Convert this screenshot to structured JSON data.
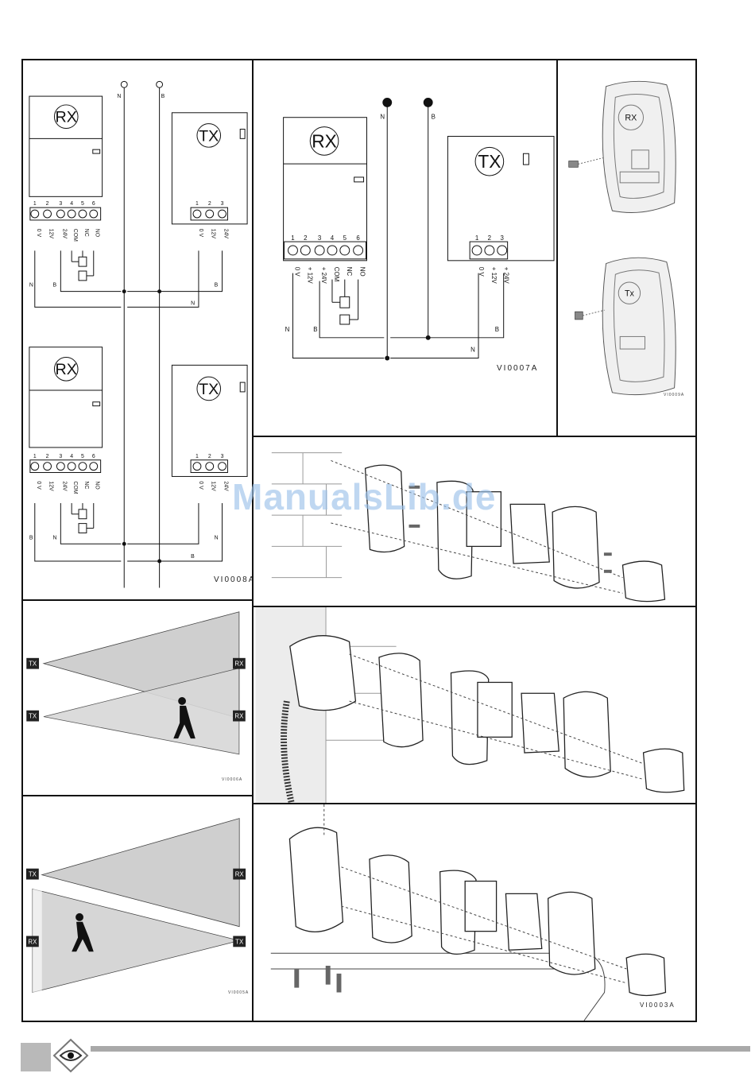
{
  "watermark": "ManualsLib.de",
  "panels": {
    "wiring_double": {
      "code": "VI0008A",
      "rx_label": "RX",
      "tx_label": "TX",
      "rx_terminals": [
        "1",
        "2",
        "3",
        "4",
        "5",
        "6"
      ],
      "tx_terminals": [
        "1",
        "2",
        "3"
      ],
      "rx_terminal_labels": [
        "0 V",
        "12V",
        "24V",
        "COM",
        "NC",
        "NO"
      ],
      "tx_terminal_labels": [
        "0 V",
        "12V",
        "24V"
      ],
      "wire_n": "N",
      "wire_b": "B"
    },
    "wiring_single": {
      "code": "VI0007A",
      "rx_label": "RX",
      "tx_label": "TX",
      "rx_terminals": [
        "1",
        "2",
        "3",
        "4",
        "5",
        "6"
      ],
      "tx_terminals": [
        "1",
        "2",
        "3"
      ],
      "rx_terminal_labels": [
        "0 V",
        "+ 12V",
        "+ 24V",
        "COM",
        "NC",
        "NO"
      ],
      "tx_terminal_labels": [
        "0 V",
        "+ 12V",
        "+ 24V"
      ],
      "wire_n": "N",
      "wire_b": "B"
    },
    "housing_views": {
      "code": "VI0009A",
      "rx_label": "RX",
      "tx_label": "Tx"
    },
    "beams_cross": {
      "code": "VI0006A",
      "tx_label": "TX",
      "rx_label": "RX"
    },
    "beams_opposed": {
      "code": "VI0005A",
      "tx_label": "TX",
      "rx_label": "RX"
    },
    "mount_wall": {
      "code": ""
    },
    "mount_box": {
      "code": ""
    },
    "mount_pillar": {
      "code": "VI0003A"
    }
  }
}
